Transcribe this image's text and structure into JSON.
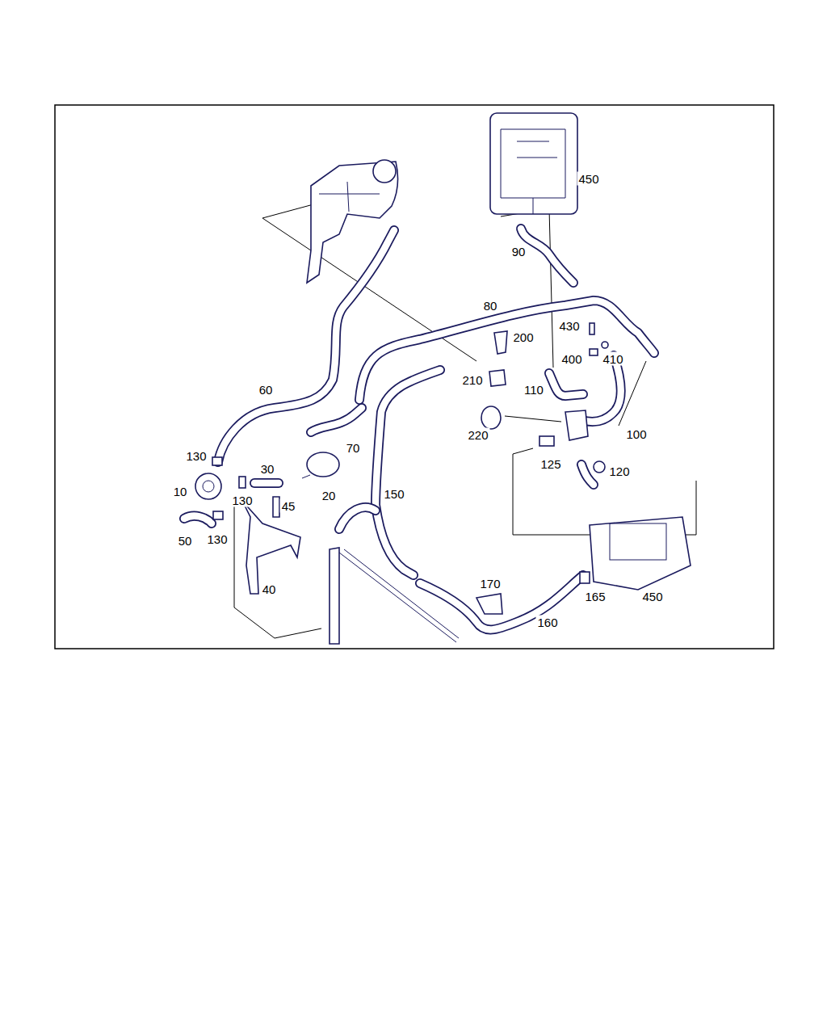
{
  "diagram": {
    "labels": [
      "450",
      "90",
      "80",
      "200",
      "430",
      "400",
      "410",
      "210",
      "110",
      "60",
      "220",
      "100",
      "70",
      "125",
      "120",
      "130",
      "30",
      "10",
      "20",
      "150",
      "130",
      "45",
      "50",
      "130",
      "40",
      "170",
      "165",
      "450",
      "160"
    ]
  }
}
